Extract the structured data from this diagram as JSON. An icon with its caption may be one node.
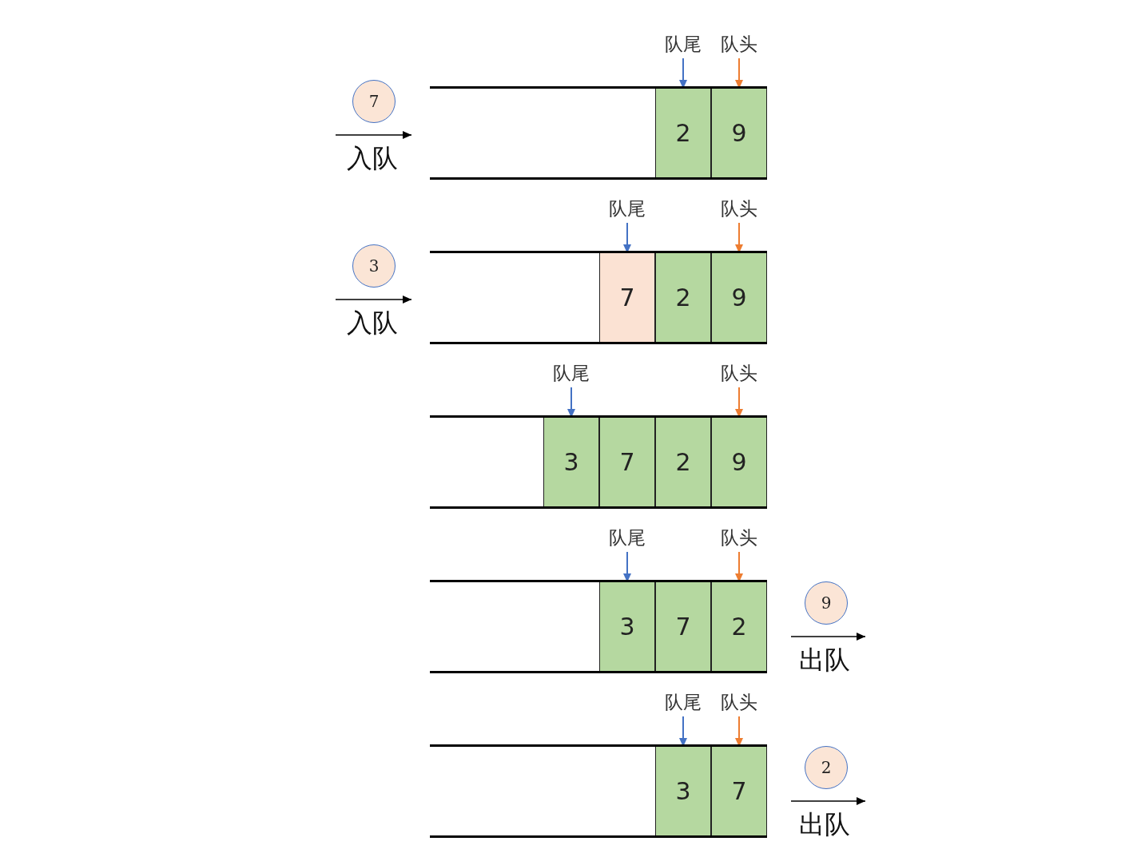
{
  "diagram": {
    "nodes": [
      {
        "text": [
          "队尾"
        ]
      },
      {
        "text": [
          "队头"
        ]
      },
      {
        "text": [
          "7"
        ]
      },
      {
        "text": [],
        "shape": "channel"
      },
      {
        "text": [
          "2"
        ],
        "in": 3
      },
      {
        "text": [
          "9"
        ],
        "in": 3
      },
      {
        "text": [
          "队尾"
        ]
      },
      {
        "text": [
          "队头"
        ]
      },
      {
        "text": [
          "3"
        ]
      },
      {
        "text": [],
        "shape": "channel"
      },
      {
        "text": [
          "7"
        ],
        "in": 9
      },
      {
        "text": [
          "2"
        ],
        "in": 9
      },
      {
        "text": [
          "9"
        ],
        "in": 9
      },
      {
        "text": [
          "队尾"
        ]
      },
      {
        "text": [
          "队头"
        ]
      },
      {
        "text": [],
        "shape": "channel"
      },
      {
        "text": [
          "3"
        ],
        "in": 15
      },
      {
        "text": [
          "7"
        ],
        "in": 15
      },
      {
        "text": [
          "2"
        ],
        "in": 15
      },
      {
        "text": [
          "9"
        ],
        "in": 15
      },
      {
        "text": [
          "队尾"
        ]
      },
      {
        "text": [
          "队头"
        ]
      },
      {
        "text": [],
        "shape": "channel"
      },
      {
        "text": [
          "3"
        ],
        "in": 22
      },
      {
        "text": [
          "7"
        ],
        "in": 22
      },
      {
        "text": [
          "2"
        ],
        "in": 22
      },
      {
        "text": [
          "9"
        ]
      },
      {
        "text": [
          "队尾"
        ]
      },
      {
        "text": [
          "队头"
        ]
      },
      {
        "text": [],
        "shape": "channel"
      },
      {
        "text": [
          "3"
        ],
        "in": 29
      },
      {
        "text": [
          "7"
        ],
        "in": 29
      },
      {
        "text": [
          "2"
        ]
      }
    ],
    "edges": [
      {
        "from": 0,
        "to": 4,
        "arrow": "to",
        "color": "#4472c4"
      },
      {
        "from": 1,
        "to": 5,
        "arrow": "to",
        "color": "#ed7d31"
      },
      {
        "from": 6,
        "to": 10,
        "arrow": "to",
        "color": "#4472c4"
      },
      {
        "from": 7,
        "to": 12,
        "arrow": "to",
        "color": "#ed7d31"
      },
      {
        "from": 13,
        "to": 16,
        "arrow": "to",
        "color": "#4472c4"
      },
      {
        "from": 14,
        "to": 19,
        "arrow": "to",
        "color": "#ed7d31"
      },
      {
        "from": 20,
        "to": 23,
        "arrow": "to",
        "color": "#4472c4"
      },
      {
        "from": 21,
        "to": 25,
        "arrow": "to",
        "color": "#ed7d31"
      },
      {
        "from": 27,
        "to": 30,
        "arrow": "to",
        "color": "#4472c4"
      },
      {
        "from": 28,
        "to": 31,
        "arrow": "to",
        "color": "#ed7d31"
      }
    ],
    "labels": [
      "入队",
      "入队",
      "出队",
      "出队"
    ]
  }
}
